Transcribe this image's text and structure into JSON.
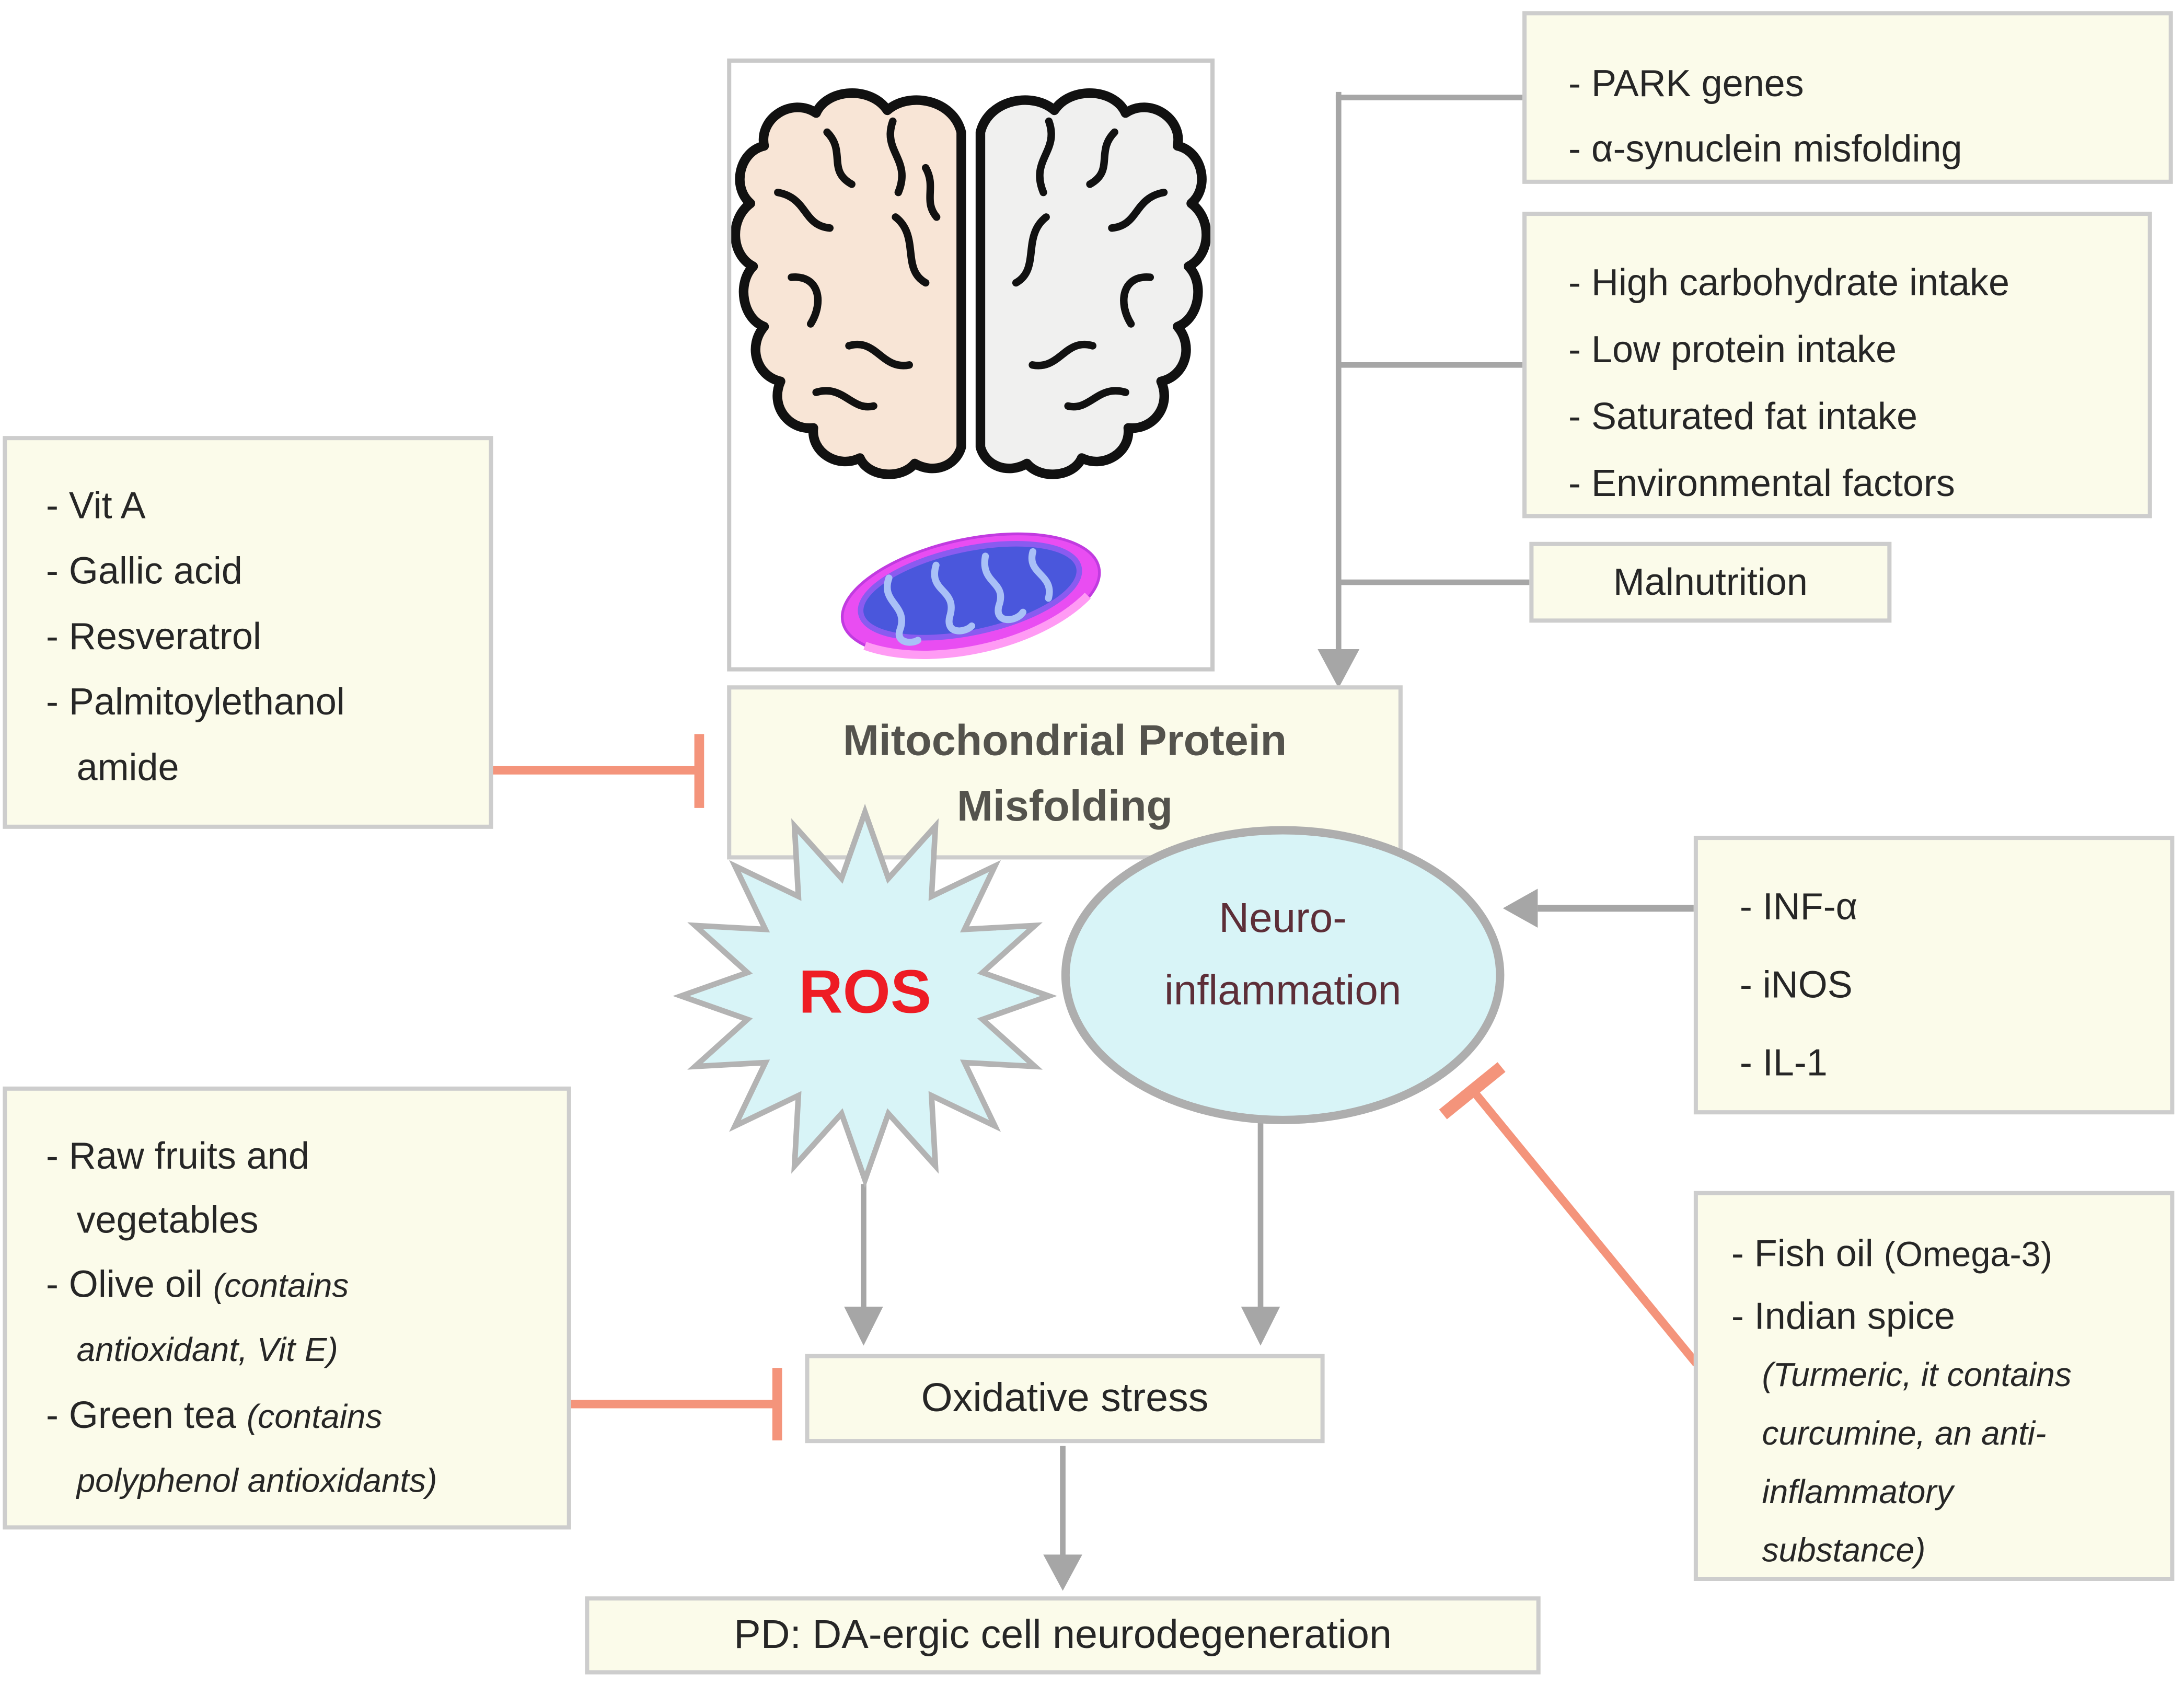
{
  "palette": {
    "box_fill": "#FBFBEA",
    "box_border": "#CDCDCD",
    "connector_gray": "#A6A6A6",
    "inhibitor_salmon": "#F4947B",
    "node_cyan": "#D8F4F7",
    "ros_red": "#EE1C24",
    "neuro_text": "#5D2E38",
    "misfolding_title_gray": "#54534D",
    "brain_left": "#F8E5D6",
    "brain_right": "#F0F0EF",
    "mito_outer": "#E94DF2",
    "mito_inner": "#4A57DC"
  },
  "factor_boxes": {
    "genetic": {
      "lines": [
        "- PARK genes",
        "- α-synuclein misfolding"
      ]
    },
    "diet": {
      "lines": [
        "- High carbohydrate intake",
        "- Low protein intake",
        "- Saturated fat intake",
        "- Environmental factors"
      ]
    },
    "malnutrition": {
      "label": "Malnutrition"
    },
    "cytokines": {
      "lines": [
        "- INF-α",
        "- iNOS",
        "- IL-1"
      ]
    }
  },
  "protective_boxes": {
    "misfolding_inhibitors": {
      "lines": [
        "- Vit A",
        "- Gallic acid",
        "- Resveratrol",
        "- Palmitoylethanol",
        "amide"
      ]
    },
    "antioxidants": {
      "raw_line1": "- Raw fruits and",
      "raw_line2": "vegetables",
      "olive_main": "- Olive oil ",
      "olive_note1": "(contains",
      "olive_note2": "antioxidant, Vit E)",
      "tea_main": "- Green tea ",
      "tea_note1": "(contains",
      "tea_note2": "polyphenol antioxidants)"
    },
    "antiinflammatory": {
      "fish_main": "- Fish oil ",
      "fish_note": "(Omega-3)",
      "spice_main": "- Indian spice",
      "spice_note1": "(Turmeric, it contains",
      "spice_note2": "curcumine, an anti-",
      "spice_note3": "inflammatory",
      "spice_note4": "substance)"
    }
  },
  "nodes": {
    "misfolding": {
      "line1": "Mitochondrial Protein",
      "line2": "Misfolding"
    },
    "ros": {
      "label": "ROS"
    },
    "neuroinflammation": {
      "line1": "Neuro-",
      "line2": "inflammation"
    },
    "oxidative_stress": {
      "label": "Oxidative stress"
    },
    "outcome": {
      "label": "PD: DA-ergic cell neurodegeneration"
    }
  },
  "icons": {
    "brain": "brain-icon",
    "mitochondrion": "mitochondrion-icon"
  }
}
